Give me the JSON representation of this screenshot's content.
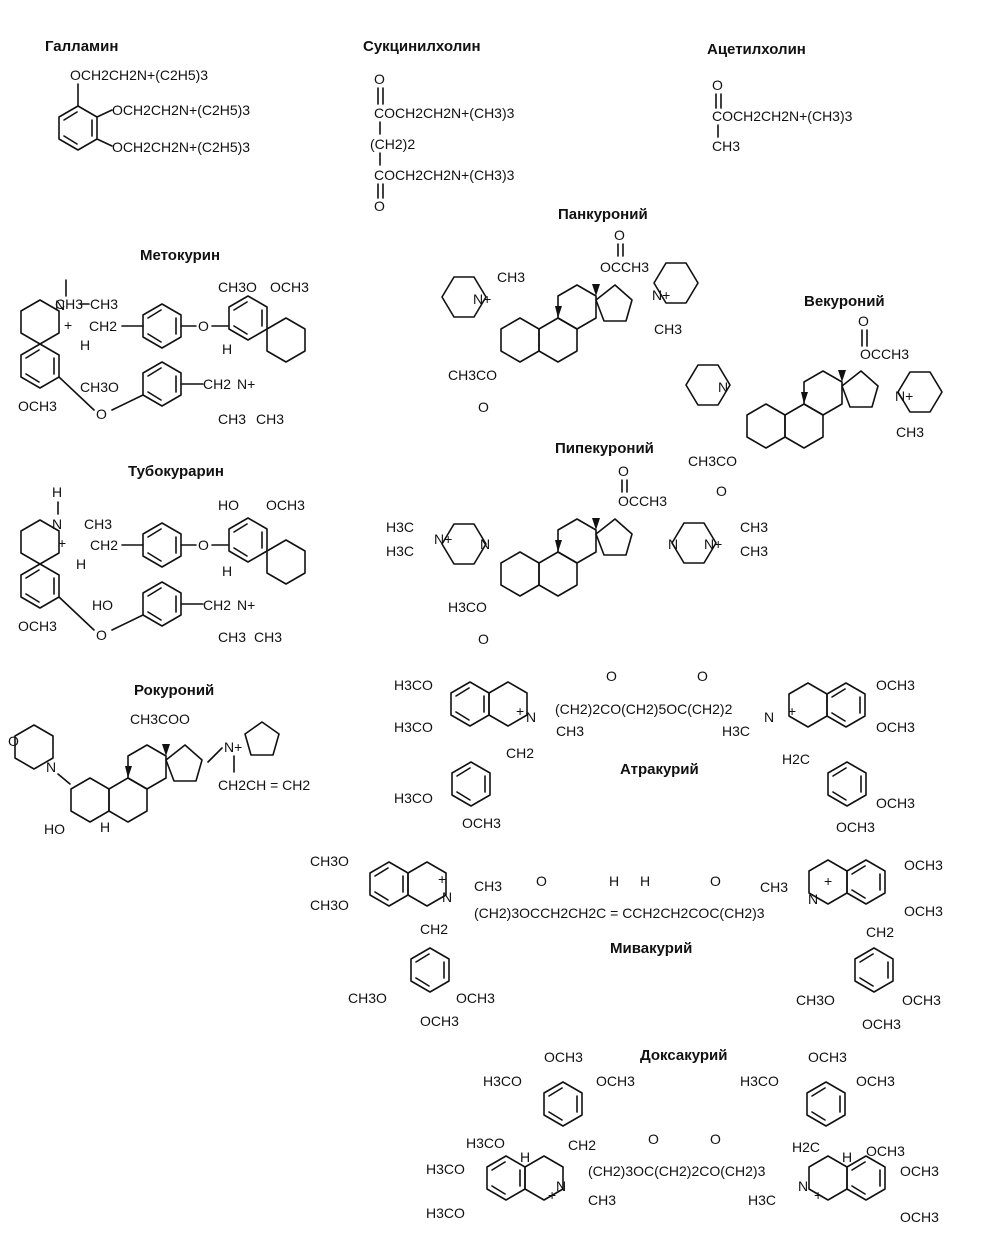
{
  "compounds": [
    {
      "name": "Галламин",
      "groups": [
        "OCH2CH2N+(C2H5)3",
        "OCH2CH2N+(C2H5)3",
        "OCH2CH2N+(C2H5)3"
      ]
    },
    {
      "name": "Сукцинилхолин",
      "groups": [
        "O",
        "COCH2CH2N+(CH3)3",
        "(CH2)2",
        "COCH2CH2N+(CH3)3",
        "O"
      ]
    },
    {
      "name": "Ацетилхолин",
      "groups": [
        "O",
        "COCH2CH2N+(CH3)3",
        "CH3"
      ]
    },
    {
      "name": "Метокурин",
      "groups": [
        "CH3",
        "N",
        "CH3",
        "+",
        "CH2",
        "H",
        "O",
        "CH3O",
        "OCH3",
        "CH3O",
        "CH2",
        "N+",
        "CH3",
        "CH3",
        "H",
        "OCH3",
        "O"
      ]
    },
    {
      "name": "Тубокурарин",
      "groups": [
        "H",
        "N",
        "CH3",
        "+",
        "CH2",
        "H",
        "O",
        "HO",
        "OCH3",
        "HO",
        "CH2",
        "N+",
        "CH3",
        "CH3",
        "H",
        "OCH3",
        "O"
      ]
    },
    {
      "name": "Рокуроний",
      "groups": [
        "O",
        "N",
        "CH3COO",
        "N+",
        "CH2CH = CH2",
        "HO",
        "H"
      ]
    },
    {
      "name": "Панкуроний",
      "groups": [
        "O",
        "OCCH3",
        "N+",
        "CH3",
        "N+",
        "CH3",
        "CH3CO",
        "O"
      ]
    },
    {
      "name": "Векуроний",
      "groups": [
        "O",
        "OCCH3",
        "N",
        "N+",
        "CH3",
        "CH3CO",
        "O"
      ]
    },
    {
      "name": "Пипекуроний",
      "groups": [
        "O",
        "OCCH3",
        "H3C",
        "H3C",
        "N+",
        "N",
        "N",
        "N+",
        "CH3",
        "CH3",
        "H3CO",
        "O"
      ]
    },
    {
      "name": "Атракурий",
      "groups": [
        "H3CO",
        "H3CO",
        "N",
        "+",
        "CH3",
        "(CH2)2CO(CH2)5OC(CH2)2",
        "O",
        "O",
        "N",
        "+",
        "H3C",
        "OCH3",
        "OCH3",
        "CH2",
        "H2C",
        "H3CO",
        "OCH3",
        "OCH3",
        "OCH3"
      ]
    },
    {
      "name": "Мивакурий",
      "groups": [
        "CH3O",
        "CH3O",
        "N",
        "+",
        "CH3",
        "(CH2)3OCCH2CH2C = CCH2CH2COC(CH2)3",
        "O",
        "H",
        "H",
        "O",
        "CH3",
        "N",
        "+",
        "OCH3",
        "OCH3",
        "CH2",
        "CH2",
        "CH3O",
        "OCH3",
        "OCH3",
        "CH3O",
        "OCH3",
        "OCH3"
      ]
    },
    {
      "name": "Доксакурий",
      "groups": [
        "OCH3",
        "H3CO",
        "OCH3",
        "CH2",
        "OCH3",
        "H3CO",
        "OCH3",
        "H2C",
        "H3CO",
        "H3CO",
        "H3CO",
        "H",
        "N",
        "+",
        "CH3",
        "(CH2)3OC(CH2)2CO(CH2)3",
        "O",
        "O",
        "H3C",
        "N",
        "+",
        "H",
        "OCH3",
        "OCH3",
        "OCH3"
      ]
    }
  ]
}
